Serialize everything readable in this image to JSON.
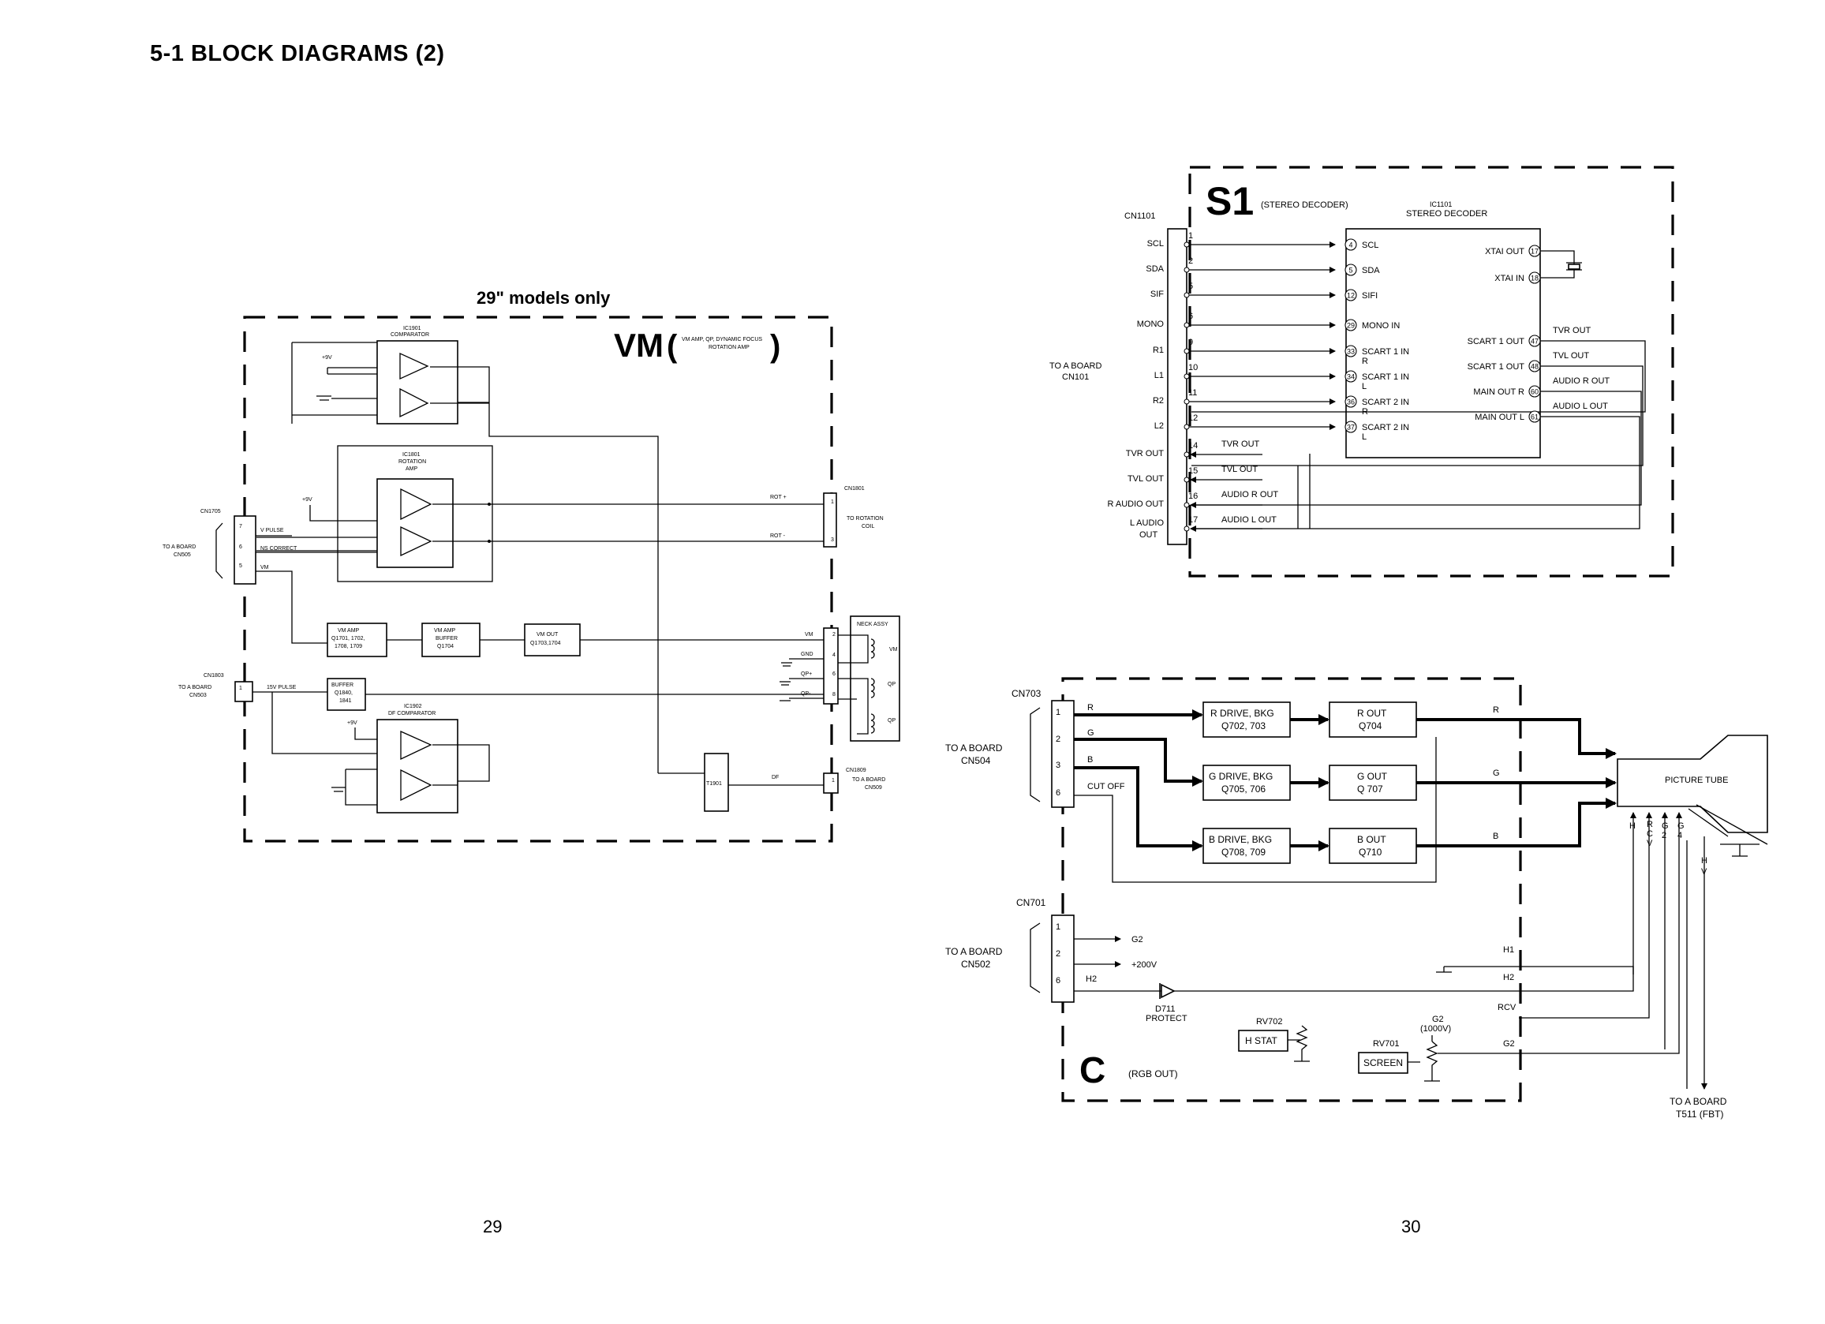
{
  "page": {
    "title": "5-1  BLOCK DIAGRAMS (2)",
    "page_left": "29",
    "page_right": "30"
  },
  "vm": {
    "models_note": "29\" models only",
    "board": "VM",
    "board_open": "(",
    "board_close": ")",
    "desc1": "VM AMP, QP, DYNAMIC FOCUS",
    "desc2": "ROTATION AMP",
    "ic1901": "IC1901",
    "ic1901_name": "COMPARATOR",
    "ic1801": "IC1801",
    "ic1801_name1": "ROTATION",
    "ic1801_name2": "AMP",
    "ic1902": "IC1902",
    "ic1902_name": "DF COMPARATOR",
    "plus9v": "+9V",
    "cn1705": "CN1705",
    "to_a_board_1": "TO A BOARD",
    "cn505": "CN505",
    "vpulse": "V PULSE",
    "ns_correct": "NS CORRECT",
    "vm_sig": "VM",
    "cn1801": "CN1801",
    "rot_plus": "ROT +",
    "rot_minus": "ROT -",
    "to_rotation": "TO ROTATION",
    "coil": "COIL",
    "vmamp1_a": "VM AMP",
    "vmamp1_b": "Q1701, 1702,",
    "vmamp1_c": "1708, 1709",
    "vmamp2_a": "VM AMP",
    "vmamp2_b": "BUFFER",
    "vmamp2_c": "Q1704",
    "vmout_a": "VM OUT",
    "vmout_b": "Q1703,1704",
    "neck_assy": "NECK ASSY",
    "gnd": "GND",
    "qp_plus": "QP+",
    "qp_minus": "QP-",
    "qp": "QP",
    "cn1803": "CN1803",
    "to_a_board_2": "TO A BOARD",
    "cn503": "CN503",
    "15v_pulse": "15V PULSE",
    "buffer_a": "BUFFER",
    "buffer_b": "Q1840,",
    "buffer_c": "1841",
    "t1901": "T1901",
    "df": "DF",
    "cn1809": "CN1809",
    "to_a_board_3": "TO A BOARD",
    "cn509": "CN509",
    "pin1": "1",
    "pin2": "2",
    "pin3": "3",
    "pin4": "4",
    "pin5": "5",
    "pin6": "6",
    "pin7": "7",
    "pin8": "8"
  },
  "s1": {
    "board": "S1",
    "subtitle": "(STEREO DECODER)",
    "ic1101": "IC1101",
    "ic1101_name": "STEREO DECODER",
    "cn1101": "CN1101",
    "to_a_board": "TO A BOARD",
    "cn101": "CN101",
    "connector_pins": [
      {
        "num": "1",
        "label": "SCL"
      },
      {
        "num": "2",
        "label": "SDA"
      },
      {
        "num": "5",
        "label": "SIF"
      },
      {
        "num": "6",
        "label": "MONO"
      },
      {
        "num": "9",
        "label": "R1"
      },
      {
        "num": "10",
        "label": "L1"
      },
      {
        "num": "11",
        "label": "R2"
      },
      {
        "num": "12",
        "label": "L2"
      },
      {
        "num": "14",
        "label": "TVR OUT"
      },
      {
        "num": "15",
        "label": "TVL OUT"
      },
      {
        "num": "16",
        "label": "R AUDIO OUT"
      },
      {
        "num": "17",
        "label": "L AUDIO"
      }
    ],
    "l_audio_out_2": "OUT",
    "ic_inputs": [
      {
        "num": "4",
        "label": "SCL"
      },
      {
        "num": "5",
        "label": "SDA"
      },
      {
        "num": "12",
        "label": "SIFI"
      },
      {
        "num": "29",
        "label": "MONO IN"
      },
      {
        "num": "33",
        "label": "SCART 1 IN"
      },
      {
        "num": "34",
        "label": "SCART 1 IN"
      },
      {
        "num": "36",
        "label": "SCART 2 IN"
      },
      {
        "num": "37",
        "label": "SCART 2 IN"
      }
    ],
    "r_suffix": "R",
    "l_suffix": "L",
    "ic_outputs": [
      {
        "num": "17",
        "label": "XTAI OUT"
      },
      {
        "num": "18",
        "label": "XTAI IN"
      },
      {
        "num": "47",
        "label": "SCART 1 OUT"
      },
      {
        "num": "48",
        "label": "SCART 1 OUT"
      },
      {
        "num": "60",
        "label": "MAIN OUT R"
      },
      {
        "num": "61",
        "label": "MAIN OUT L"
      }
    ],
    "out_labels": [
      "TVR OUT",
      "TVL OUT",
      "AUDIO R OUT",
      "AUDIO L OUT"
    ]
  },
  "c": {
    "board": "C",
    "subtitle": "(RGB OUT)",
    "cn703": "CN703",
    "to_a_board_1": "TO A BOARD",
    "cn504": "CN504",
    "sig_r": "R",
    "sig_g": "G",
    "sig_b": "B",
    "cut_off": "CUT OFF",
    "rdrive_a": "R DRIVE, BKG",
    "rdrive_b": "Q702, 703",
    "gdrive_a": "G DRIVE, BKG",
    "gdrive_b": "Q705, 706",
    "bdrive_a": "B DRIVE, BKG",
    "bdrive_b": "Q708, 709",
    "rout_a": "R OUT",
    "rout_b": "Q704",
    "gout_a": "G OUT",
    "gout_b": "Q 707",
    "bout_a": "B OUT",
    "bout_b": "Q710",
    "picture_tube": "PICTURE TUBE",
    "tube_pins": [
      "H",
      "R",
      "C",
      "V",
      "G",
      "2",
      "G",
      "4"
    ],
    "hv": "H",
    "hv2": "V",
    "cn701": "CN701",
    "to_a_board_2": "TO A BOARD",
    "cn502": "CN502",
    "g2": "G2",
    "plus200v": "+200V",
    "h2": "H2",
    "h1": "H1",
    "rcv": "RCV",
    "d711": "D711",
    "protect": "PROTECT",
    "rv702": "RV702",
    "h_stat": "H STAT",
    "rv701": "RV701",
    "screen": "SCREEN",
    "g2_1000": "G2",
    "g2_1000v": "(1000V)",
    "to_a_board_3": "TO A BOARD",
    "t511": "T511 (FBT)",
    "pin1": "1",
    "pin2": "2",
    "pin3": "3",
    "pin6": "6"
  }
}
